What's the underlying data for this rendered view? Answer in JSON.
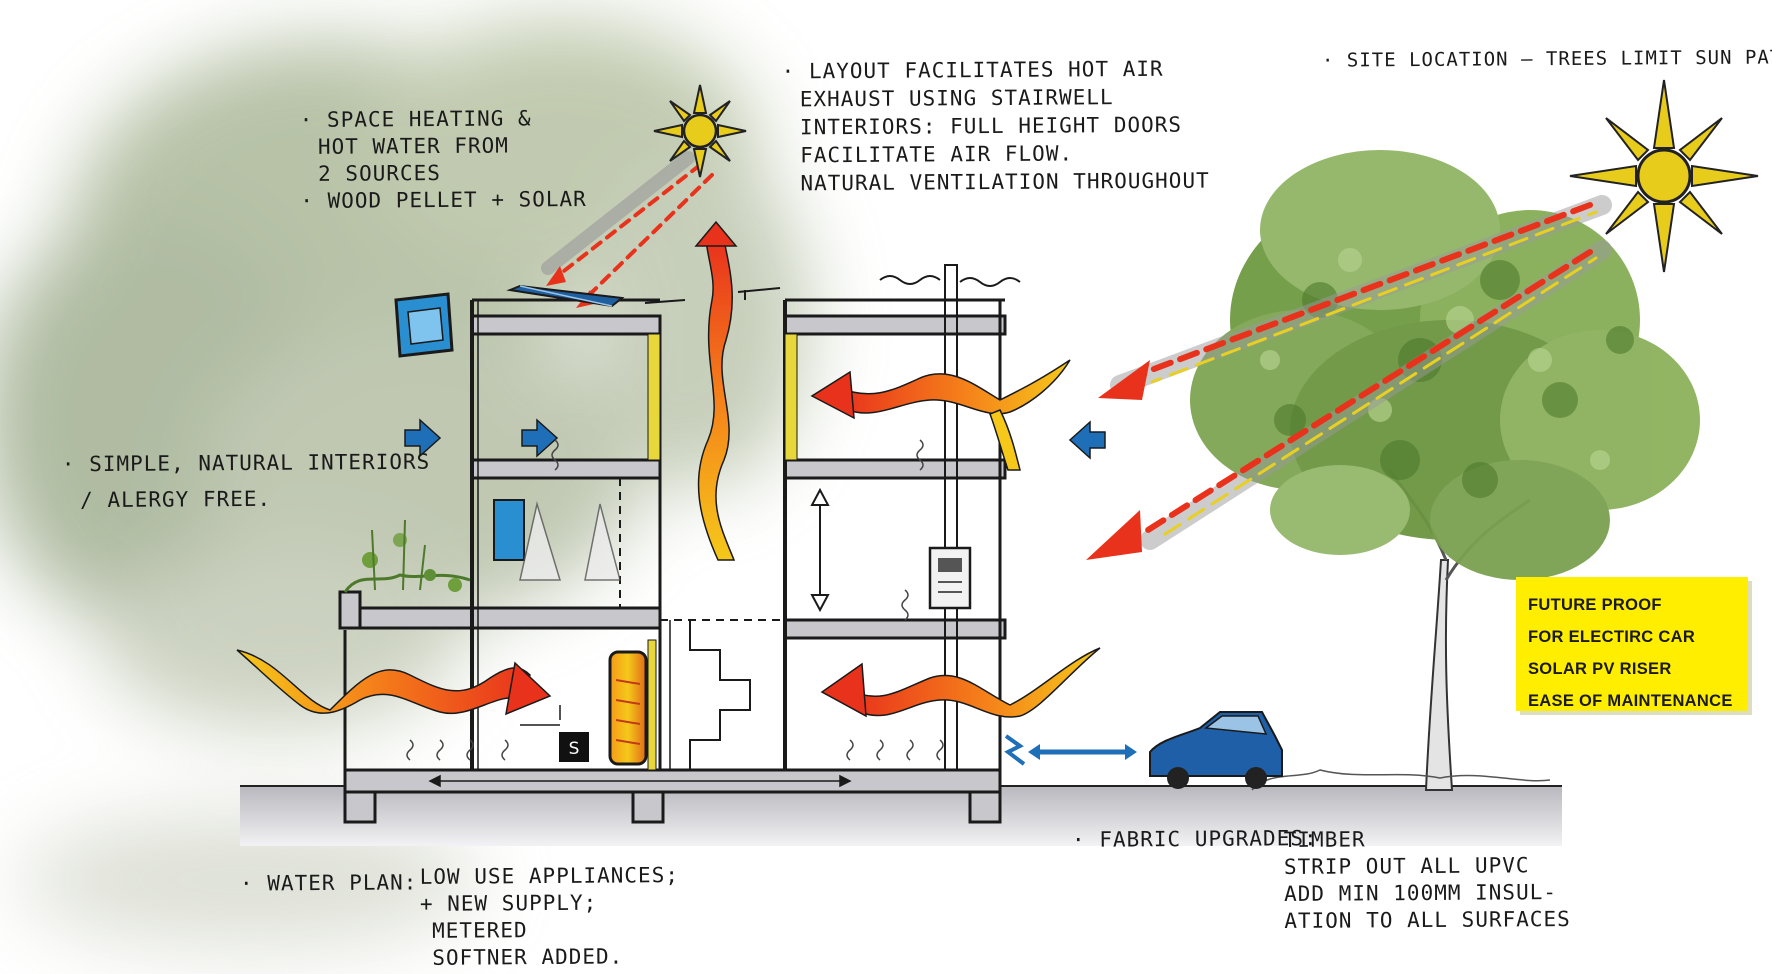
{
  "notes": {
    "heating": [
      "· SPACE HEATING &",
      "HOT WATER FROM",
      "2 SOURCES",
      "· WOOD PELLET + SOLAR"
    ],
    "layout": [
      "· LAYOUT FACILITATES HOT AIR",
      "EXHAUST USING STAIRWELL",
      "INTERIORS: FULL HEIGHT DOORS",
      "FACILITATE AIR FLOW.",
      "NATURAL VENTILATION THROUGHOUT"
    ],
    "site": [
      "· SITE LOCATION – TREES LIMIT SUN PATH."
    ],
    "interiors": [
      "· SIMPLE, NATURAL INTERIORS",
      "/ ALERGY FREE."
    ],
    "water_title": "· WATER PLAN:",
    "water": [
      "LOW USE APPLIANCES;",
      "+ NEW SUPPLY;",
      "METERED",
      "SOFTNER ADDED."
    ],
    "fabric_title": "· FABRIC UPGRADES:",
    "fabric": [
      "TIMBER",
      "STRIP OUT ALL UPVC",
      "ADD MIN 100MM INSUL-",
      "ATION TO ALL SURFACES"
    ]
  },
  "callout": [
    "FUTURE PROOF",
    "FOR ELECTIRC CAR",
    "SOLAR PV RISER",
    "EASE OF MAINTENANCE"
  ],
  "cylinder_label": "S",
  "colors": {
    "accent_yellow": "#ffee00",
    "sun": "#e8cc1c",
    "airflow_red": "#e8321c",
    "airflow_orange": "#f59a1a",
    "window_blue": "#2a8fd0",
    "arrow_blue": "#1f6fb8",
    "car_blue": "#1e5fa8",
    "foliage": "#7aa24e",
    "ground": "#cfcfd3"
  }
}
